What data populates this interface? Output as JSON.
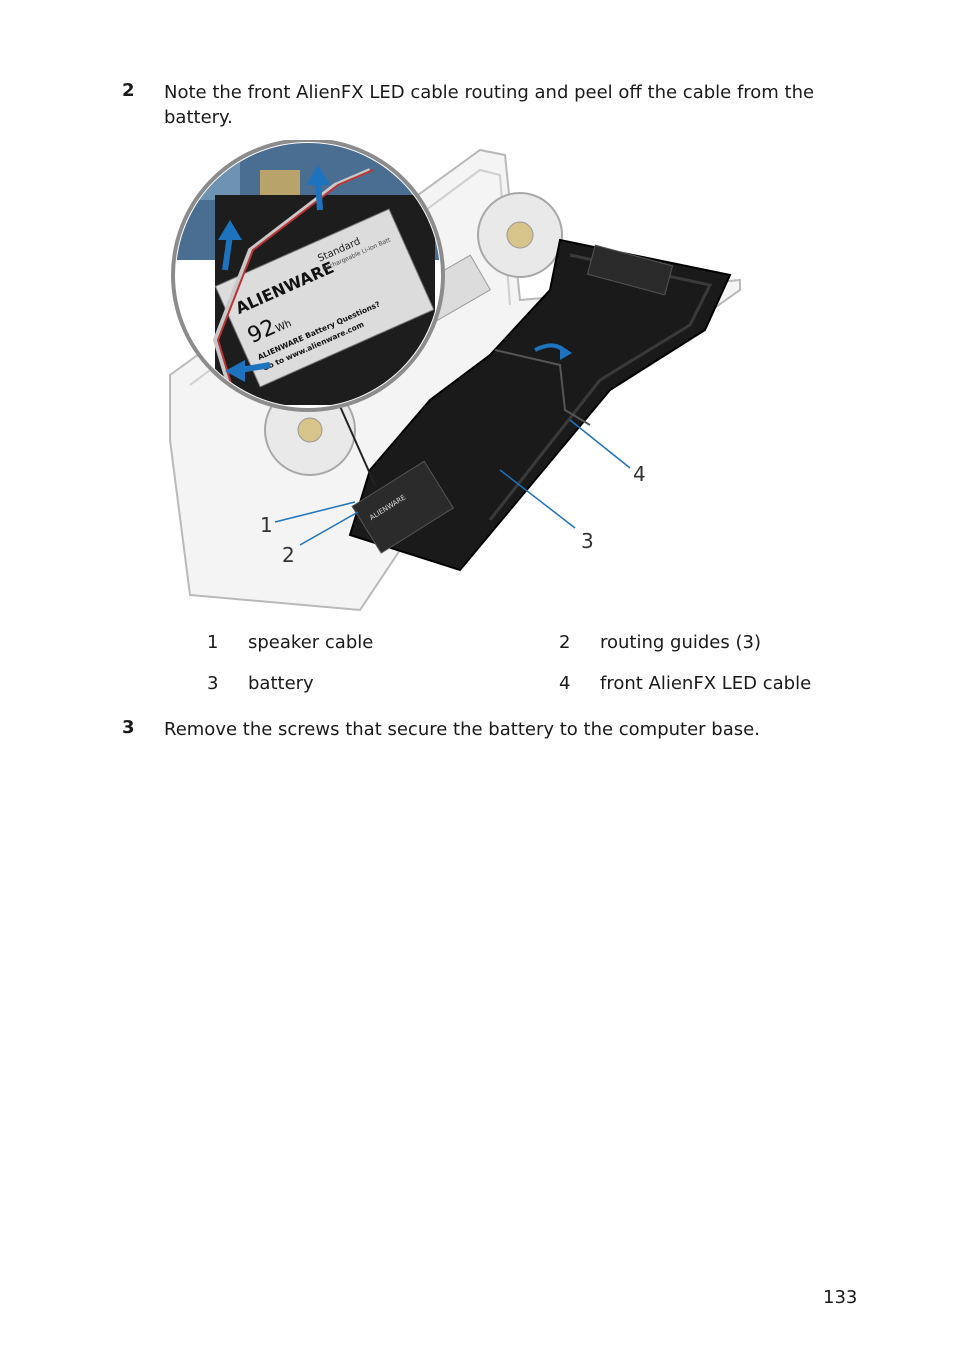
{
  "steps": [
    {
      "number": "2",
      "text": "Note the front AlienFX LED cable routing and peel off the cable from the battery."
    },
    {
      "number": "3",
      "text": "Remove the screws that secure the battery to the computer base."
    }
  ],
  "figure": {
    "callouts": [
      "1",
      "2",
      "3",
      "4"
    ],
    "zoom_label": {
      "brand": "ALIENWARE",
      "capacity": "92",
      "unit": "Wh",
      "type": "Standard",
      "subtitle": "Rechargeable Li-ion Batt",
      "question": "ALIENWARE Battery Questions?",
      "url": "Go to www.alienware.com"
    },
    "battery_brand": "ALIENWARE"
  },
  "legend": [
    {
      "num": "1",
      "label": "speaker cable"
    },
    {
      "num": "2",
      "label": "routing guides (3)"
    },
    {
      "num": "3",
      "label": "battery"
    },
    {
      "num": "4",
      "label": "front AlienFX LED cable"
    }
  ],
  "page_number": "133"
}
